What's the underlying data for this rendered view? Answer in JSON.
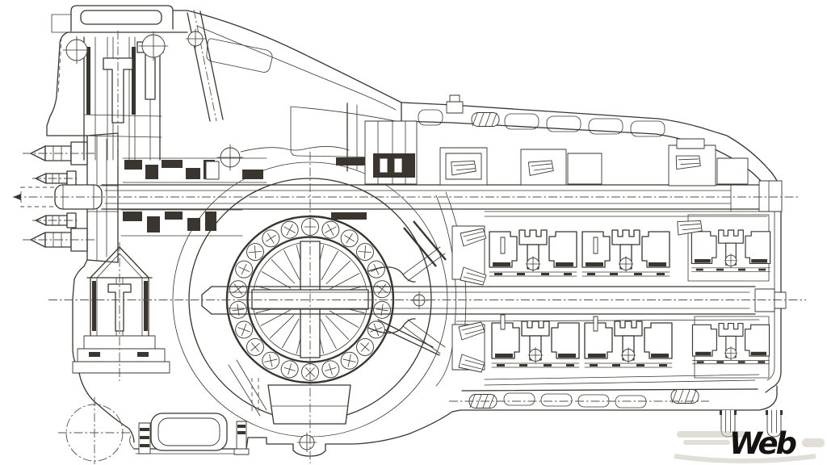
{
  "colors": {
    "background": "#ffffff",
    "ink": "#3a362f",
    "faint_gray": "#c8c3b8",
    "logo_black": "#15130f"
  },
  "logo": {
    "text": "Web"
  },
  "figure": {
    "kind": "engineering-cross-section-line-drawing",
    "subject": "transaxle gearbox cutaway with differential, ball bearing ring, clutch packs and gear clusters"
  }
}
